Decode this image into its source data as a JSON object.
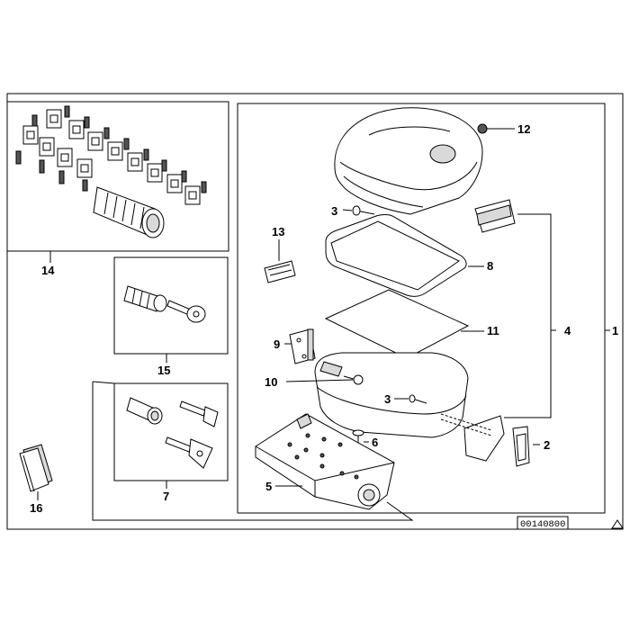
{
  "diagram": {
    "reference_code": "00140800",
    "callouts": {
      "c1": "1",
      "c2": "2",
      "c3a": "3",
      "c3b": "3",
      "c4": "4",
      "c5": "5",
      "c6": "6",
      "c7": "7",
      "c8": "8",
      "c9": "9",
      "c10": "10",
      "c11": "11",
      "c12": "12",
      "c13": "13",
      "c14": "14",
      "c15": "15",
      "c16": "16"
    },
    "icons": {
      "corner": "warning-triangle-icon"
    }
  }
}
